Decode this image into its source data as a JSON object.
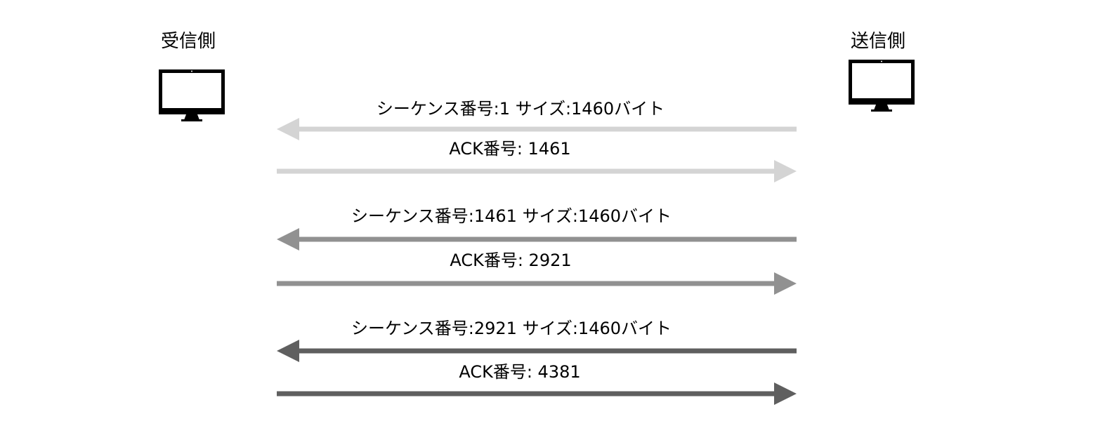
{
  "receiver": {
    "label": "受信側",
    "icon": "monitor-icon"
  },
  "sender": {
    "label": "送信側",
    "icon": "monitor-icon"
  },
  "exchanges": [
    {
      "color": "#d4d4d4",
      "segment": {
        "label": "シーケンス番号:1 サイズ:1460バイト",
        "direction": "sender-to-receiver"
      },
      "ack": {
        "label": "ACK番号: 1461",
        "direction": "receiver-to-sender"
      }
    },
    {
      "color": "#919191",
      "segment": {
        "label": "シーケンス番号:1461 サイズ:1460バイト",
        "direction": "sender-to-receiver"
      },
      "ack": {
        "label": "ACK番号: 2921",
        "direction": "receiver-to-sender"
      }
    },
    {
      "color": "#5f5f5f",
      "segment": {
        "label": "シーケンス番号:2921 サイズ:1460バイト",
        "direction": "sender-to-receiver"
      },
      "ack": {
        "label": "ACK番号: 4381",
        "direction": "receiver-to-sender"
      }
    }
  ]
}
